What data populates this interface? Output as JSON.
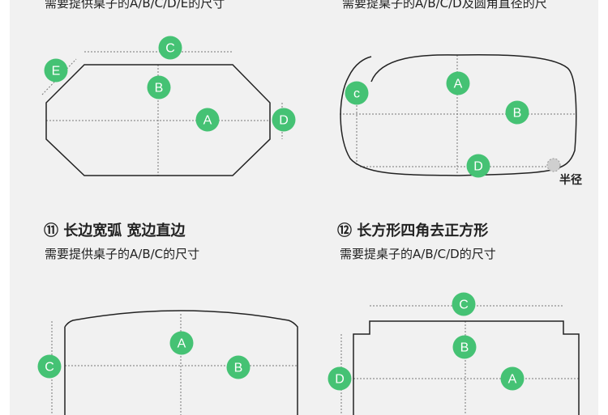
{
  "sections": [
    {
      "subtitle": "需要提供桌子的A/B/C/D/E的尺寸",
      "labels": [
        "C",
        "E",
        "B",
        "A",
        "D"
      ]
    },
    {
      "subtitle": "需要提桌子的A/B/C/D及圆角直径的尺",
      "labels": [
        "A",
        "c",
        "B",
        "D"
      ],
      "radius_label": "半径"
    },
    {
      "title": "⑪ 长边宽弧 宽边直边",
      "subtitle": "需要提供桌子的A/B/C的尺寸",
      "labels": [
        "A",
        "B",
        "C"
      ]
    },
    {
      "title": "⑫ 长方形四角去正方形",
      "subtitle": "需要提桌子的A/B/C/D的尺寸",
      "labels": [
        "C",
        "B",
        "A",
        "D"
      ]
    }
  ],
  "colors": {
    "badge": "#45c274",
    "background": "#f1f1f1",
    "line": "#222222"
  }
}
